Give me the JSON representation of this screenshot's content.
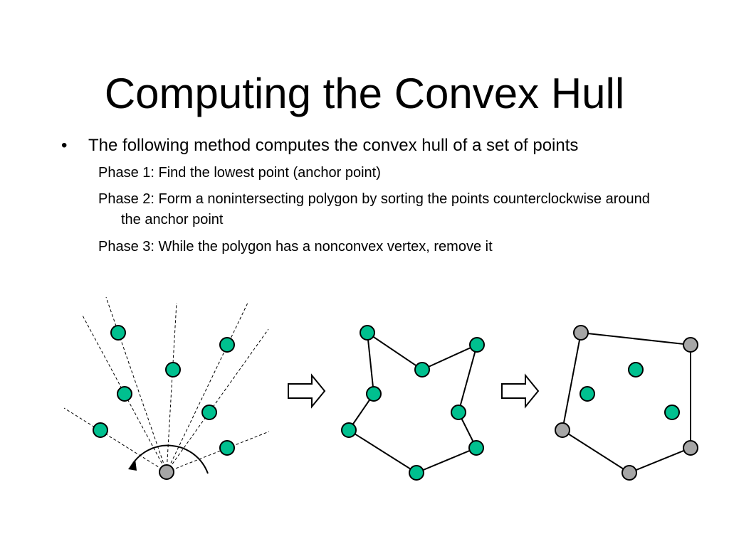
{
  "slide": {
    "title": "Computing the Convex Hull",
    "bullet": {
      "marker": "•",
      "text": "The following method computes the convex hull of a set of points"
    },
    "phases": [
      "Phase 1: Find the lowest point (anchor point)",
      "Phase 2: Form a nonintersecting polygon by sorting the points counterclockwise around the anchor point",
      "Phase 3: While the polygon has a nonconvex vertex, remove it"
    ]
  },
  "colors": {
    "point_fill": "#00c08f",
    "anchor_fill": "#a6a6a6",
    "outline": "#000000",
    "arrow_fill": "#ffffff"
  },
  "icons": {
    "arrow": "right-block-arrow"
  }
}
